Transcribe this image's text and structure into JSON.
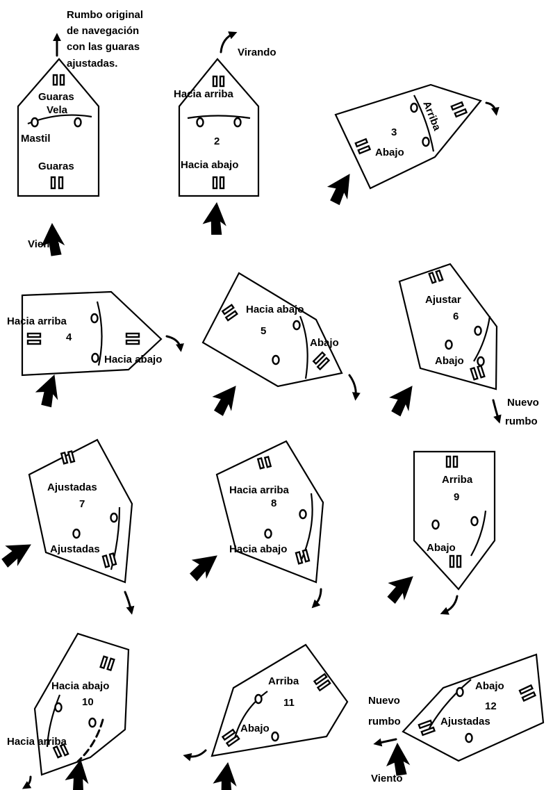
{
  "steps": [
    {
      "number": "",
      "note": [
        "Rumbo original",
        "de navegación",
        "con las guaras",
        "ajustadas."
      ],
      "labels": [
        "Guaras",
        "Vela",
        "Mastil",
        "Guaras"
      ],
      "wind_label": "Viento"
    },
    {
      "number": "2",
      "note": [
        "Virando"
      ],
      "labels": [
        "Hacia arriba",
        "Hacia abajo"
      ]
    },
    {
      "number": "3",
      "labels": [
        "Arriba",
        "Abajo"
      ]
    },
    {
      "number": "4",
      "labels": [
        "Hacia arriba",
        "Hacia abajo"
      ]
    },
    {
      "number": "5",
      "labels": [
        "Hacia abajo",
        "Abajo"
      ]
    },
    {
      "number": "6",
      "labels": [
        "Ajustar",
        "Abajo"
      ],
      "note": [
        "Nuevo",
        "rumbo"
      ]
    },
    {
      "number": "7",
      "labels": [
        "Ajustadas",
        "Ajustadas"
      ]
    },
    {
      "number": "8",
      "labels": [
        "Hacia arriba",
        "Hacia abajo"
      ]
    },
    {
      "number": "9",
      "labels": [
        "Arriba",
        "Abajo"
      ]
    },
    {
      "number": "10",
      "labels": [
        "Hacia abajo",
        "Hacia arriba"
      ]
    },
    {
      "number": "11",
      "labels": [
        "Arriba",
        "Abajo"
      ]
    },
    {
      "number": "12",
      "labels": [
        "Abajo",
        "Ajustadas"
      ],
      "note": [
        "Nuevo",
        "rumbo"
      ],
      "wind_label": "Viento"
    }
  ]
}
